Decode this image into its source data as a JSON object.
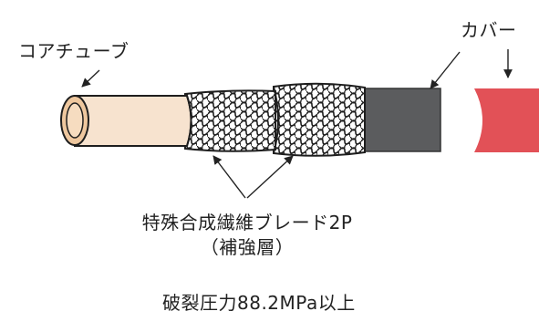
{
  "labels": {
    "core_tube": "コアチューブ",
    "cover": "カバー",
    "braid_line1": "特殊合成繊維ブレード2P",
    "braid_line2": "（補強層）",
    "burst_pressure": "破裂圧力88.2MPa以上"
  },
  "colors": {
    "core_tube_fill": "#f7e3cf",
    "core_tube_end": "#eec79e",
    "braid_fill": "#ffffff",
    "braid_weave": "#1e1e1e",
    "cover_fill": "#5b5c5e",
    "cover_section": "#e25157",
    "leader_line": "#222222"
  }
}
